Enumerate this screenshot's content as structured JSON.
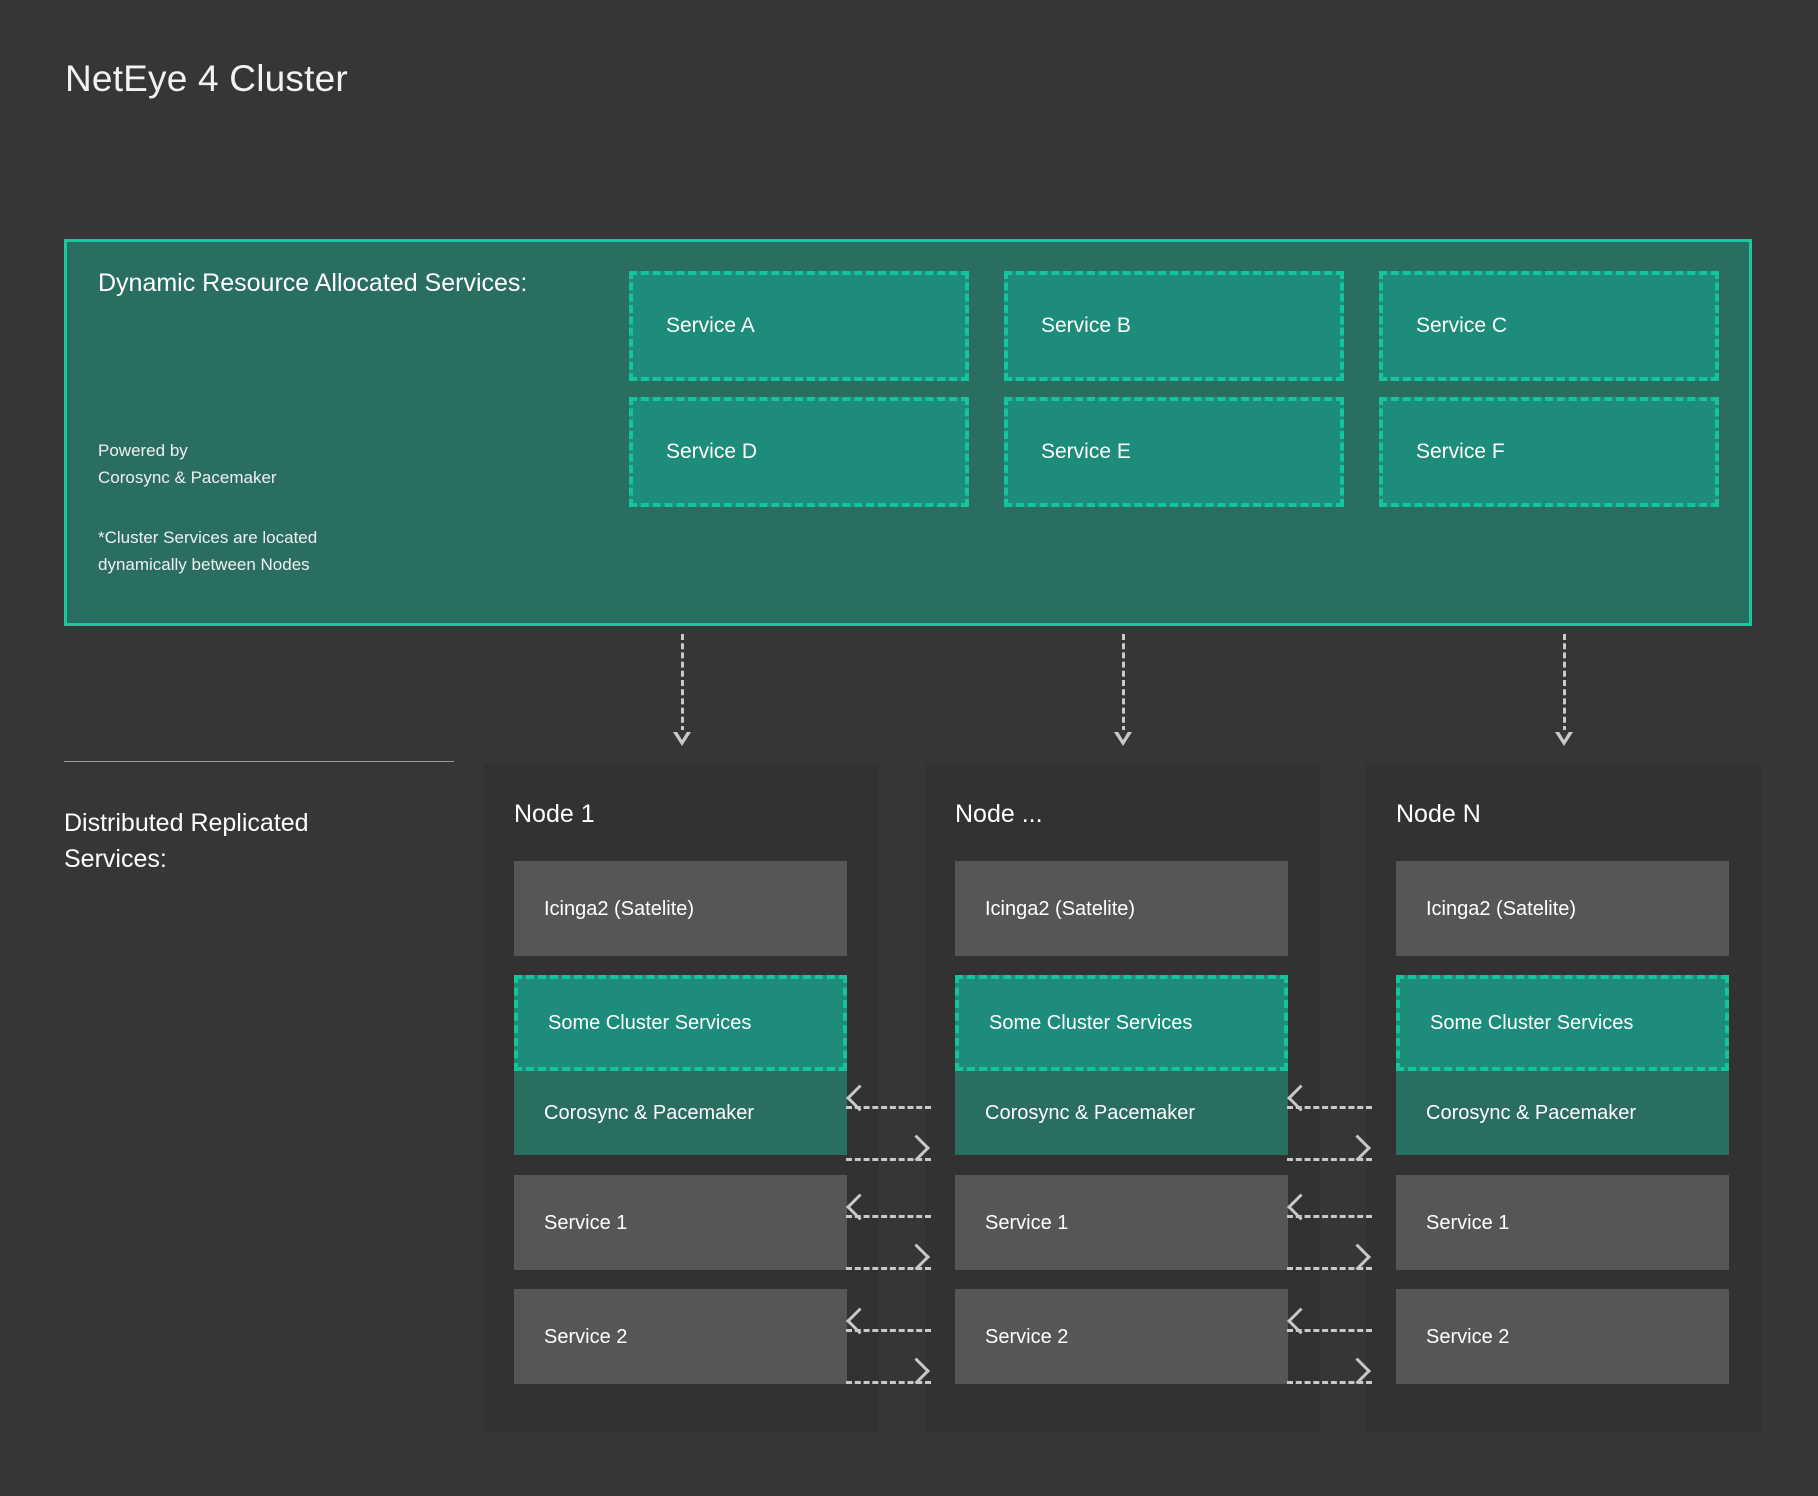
{
  "page": {
    "title": "NetEye 4 Cluster",
    "background_color": "#363636"
  },
  "colors": {
    "accent_border": "#18c99f",
    "panel_fill": "#2a6e61",
    "service_fill": "#1d8c7a",
    "service_dash": "#14c49b",
    "node_fill": "#323232",
    "grey_service": "#565656",
    "arrow": "#c9c9c9",
    "text": "#ffffff"
  },
  "dynamic_panel": {
    "heading": "Dynamic Resource Allocated Services:",
    "powered_by": "Powered by\nCorosync & Pacemaker",
    "powered_by_line1": "Powered by",
    "powered_by_line2": "Corosync & Pacemaker",
    "note_line1": "*Cluster Services are located",
    "note_line2": "dynamically between Nodes",
    "services": [
      {
        "label": "Service A"
      },
      {
        "label": "Service B"
      },
      {
        "label": "Service C"
      },
      {
        "label": "Service D"
      },
      {
        "label": "Service E"
      },
      {
        "label": "Service F"
      }
    ]
  },
  "replicated_section": {
    "label_line1": "Distributed Replicated",
    "label_line2": "Services:"
  },
  "nodes": [
    {
      "title": "Node 1",
      "services": [
        {
          "label": "Icinga2 (Satelite)",
          "style": "grey"
        },
        {
          "label": "Some Cluster Services",
          "style": "cluster-dashed"
        },
        {
          "label": "Corosync & Pacemaker",
          "style": "teal"
        },
        {
          "label": "Service 1",
          "style": "grey"
        },
        {
          "label": "Service 2",
          "style": "grey"
        }
      ]
    },
    {
      "title": "Node ...",
      "services": [
        {
          "label": "Icinga2 (Satelite)",
          "style": "grey"
        },
        {
          "label": "Some Cluster Services",
          "style": "cluster-dashed"
        },
        {
          "label": "Corosync & Pacemaker",
          "style": "teal"
        },
        {
          "label": "Service 1",
          "style": "grey"
        },
        {
          "label": "Service 2",
          "style": "grey"
        }
      ]
    },
    {
      "title": "Node N",
      "services": [
        {
          "label": "Icinga2 (Satelite)",
          "style": "grey"
        },
        {
          "label": "Some Cluster Services",
          "style": "cluster-dashed"
        },
        {
          "label": "Corosync & Pacemaker",
          "style": "teal"
        },
        {
          "label": "Service 1",
          "style": "grey"
        },
        {
          "label": "Service 2",
          "style": "grey"
        }
      ]
    }
  ],
  "connectors": {
    "vertical_count": 3,
    "vertical_direction": "down",
    "horizontal_pairs": 2,
    "horizontal_rows": 3,
    "horizontal_direction": "bidirectional",
    "style": "dashed"
  }
}
